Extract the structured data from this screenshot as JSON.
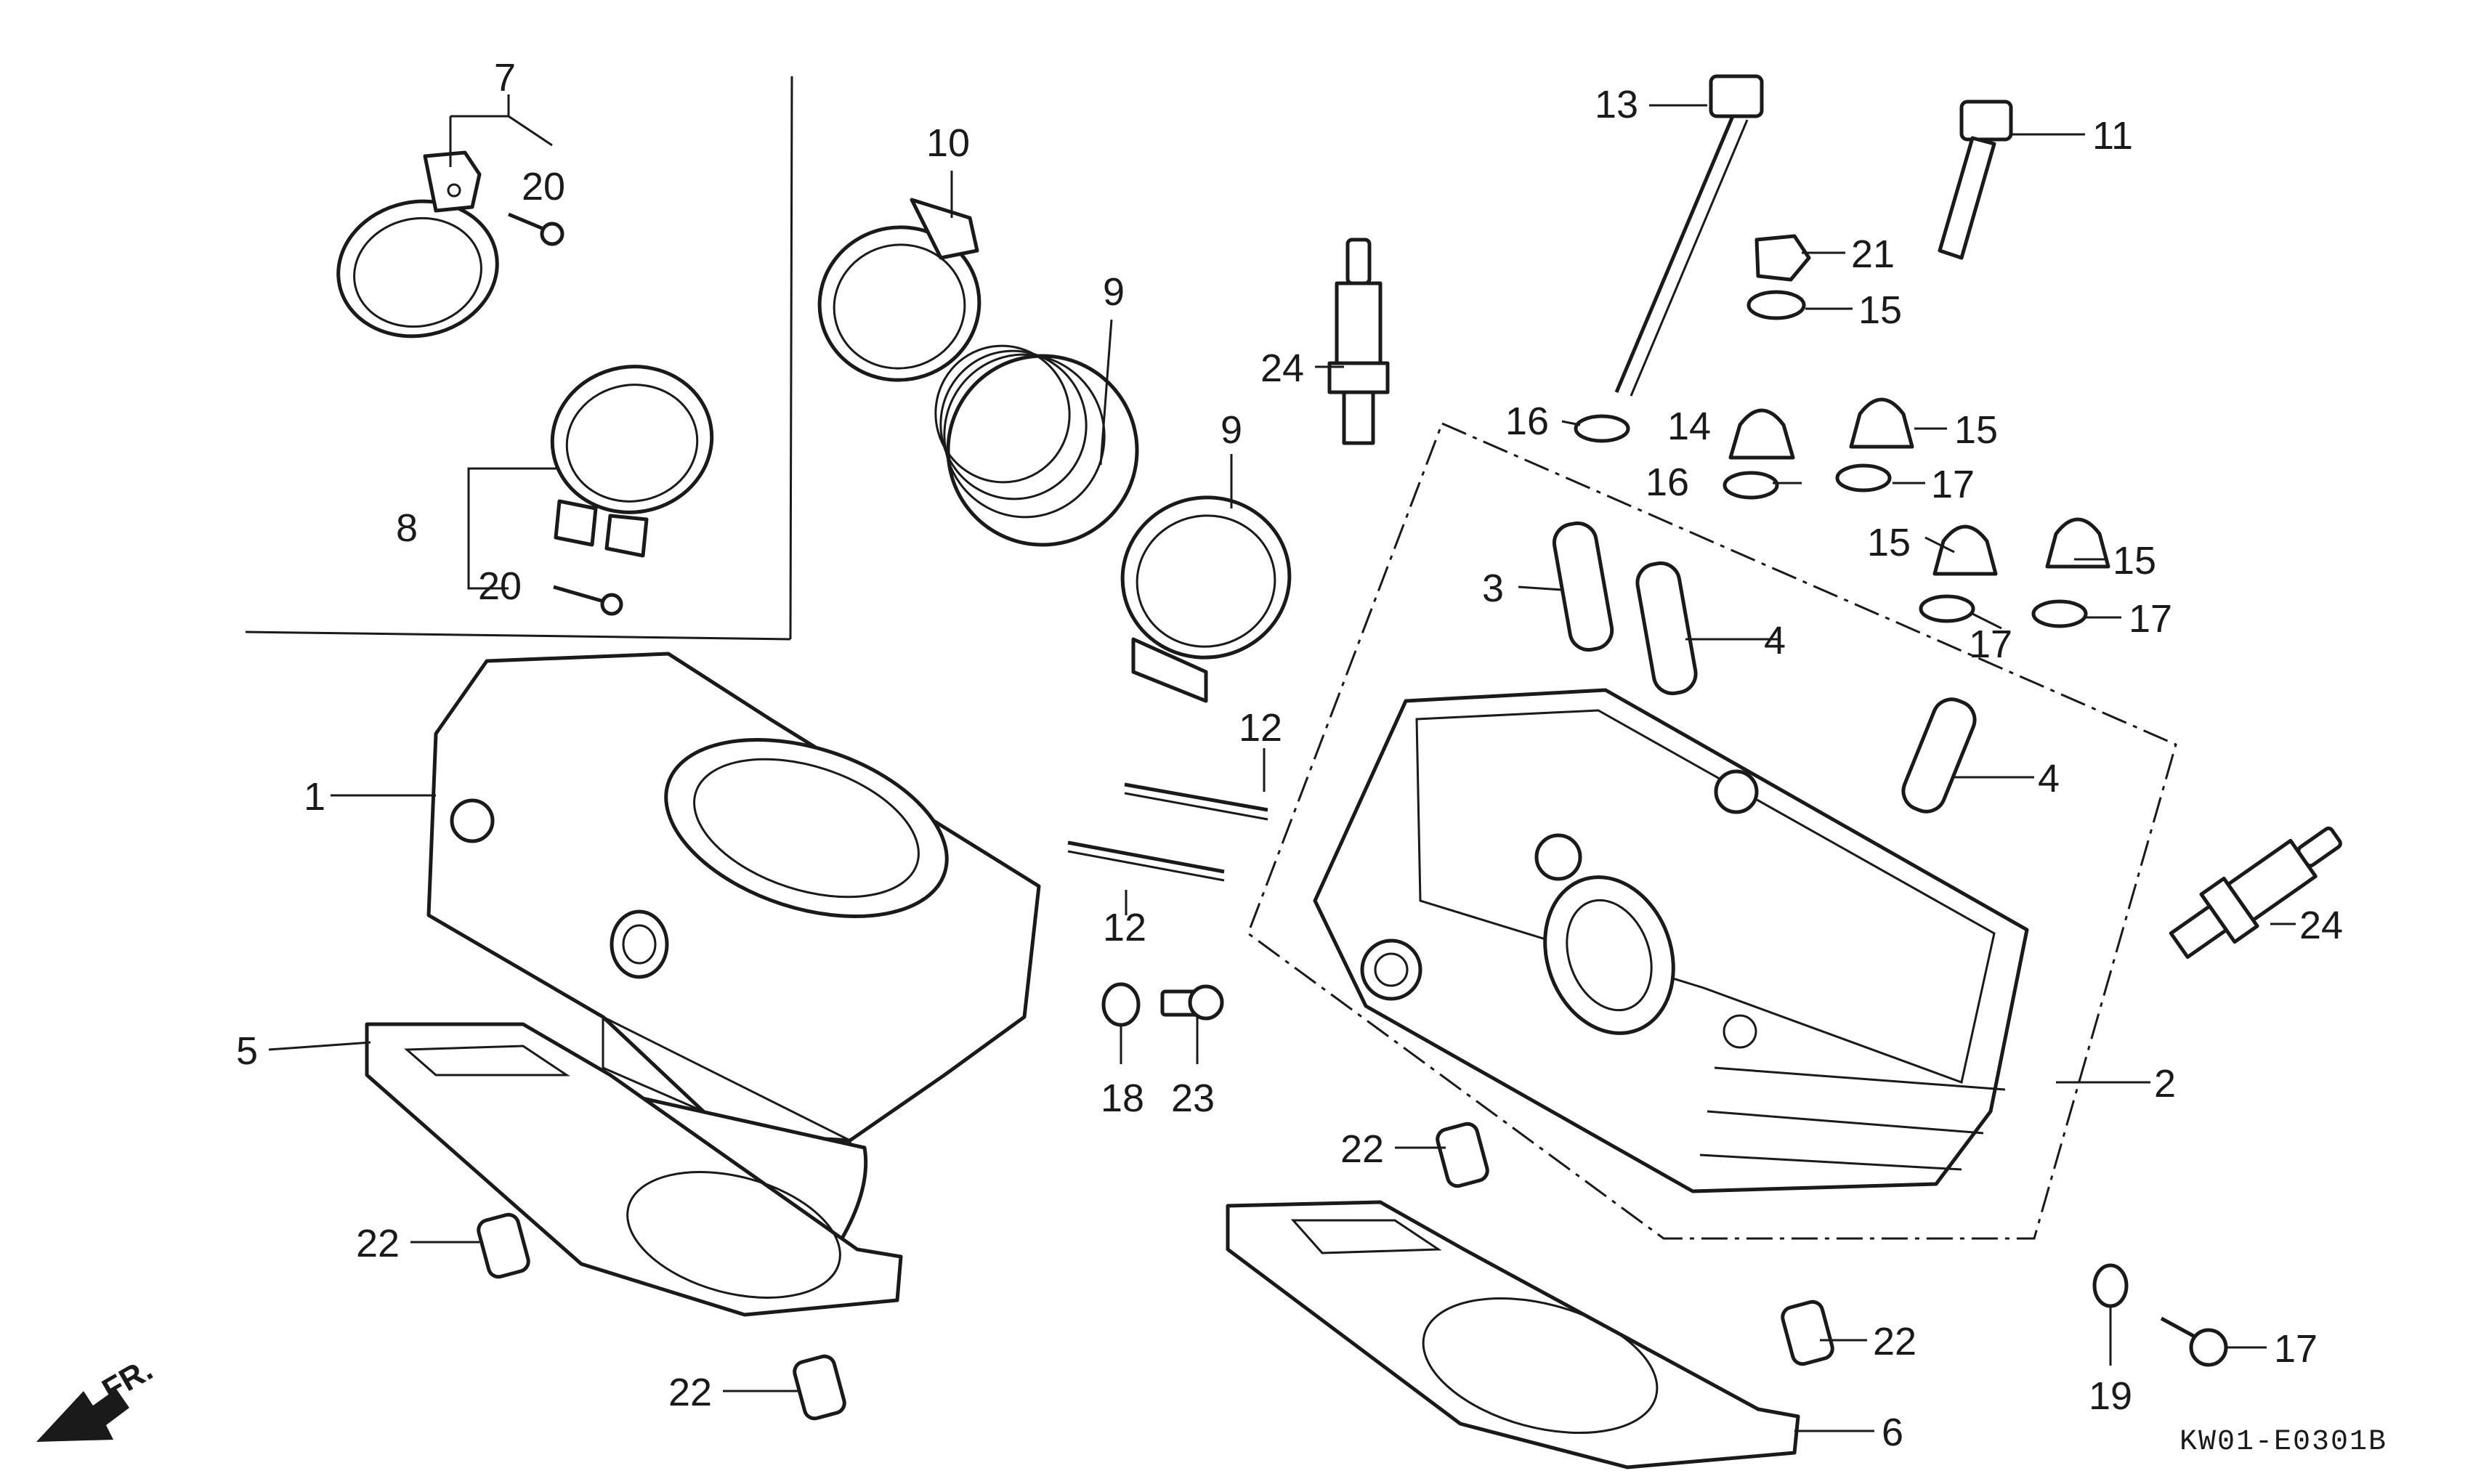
{
  "diagram_code": "KW01-E0301B",
  "front_marker": "FR.",
  "callouts": [
    {
      "id": "c1",
      "text": "1"
    },
    {
      "id": "c2",
      "text": "2"
    },
    {
      "id": "c3",
      "text": "3"
    },
    {
      "id": "c4a",
      "text": "4"
    },
    {
      "id": "c4b",
      "text": "4"
    },
    {
      "id": "c5",
      "text": "5"
    },
    {
      "id": "c6",
      "text": "6"
    },
    {
      "id": "c7",
      "text": "7"
    },
    {
      "id": "c8",
      "text": "8"
    },
    {
      "id": "c9a",
      "text": "9"
    },
    {
      "id": "c9b",
      "text": "9"
    },
    {
      "id": "c10",
      "text": "10"
    },
    {
      "id": "c11",
      "text": "11"
    },
    {
      "id": "c12a",
      "text": "12"
    },
    {
      "id": "c12b",
      "text": "12"
    },
    {
      "id": "c13",
      "text": "13"
    },
    {
      "id": "c14",
      "text": "14"
    },
    {
      "id": "c15a",
      "text": "15"
    },
    {
      "id": "c15b",
      "text": "15"
    },
    {
      "id": "c15c",
      "text": "15"
    },
    {
      "id": "c15d",
      "text": "15"
    },
    {
      "id": "c16a",
      "text": "16"
    },
    {
      "id": "c16b",
      "text": "16"
    },
    {
      "id": "c17a",
      "text": "17"
    },
    {
      "id": "c17b",
      "text": "17"
    },
    {
      "id": "c17c",
      "text": "17"
    },
    {
      "id": "c17d",
      "text": "17"
    },
    {
      "id": "c18",
      "text": "18"
    },
    {
      "id": "c19",
      "text": "19"
    },
    {
      "id": "c20a",
      "text": "20"
    },
    {
      "id": "c20b",
      "text": "20"
    },
    {
      "id": "c21",
      "text": "21"
    },
    {
      "id": "c22a",
      "text": "22"
    },
    {
      "id": "c22b",
      "text": "22"
    },
    {
      "id": "c22c",
      "text": "22"
    },
    {
      "id": "c22d",
      "text": "22"
    },
    {
      "id": "c23",
      "text": "23"
    },
    {
      "id": "c24a",
      "text": "24"
    },
    {
      "id": "c24b",
      "text": "24"
    }
  ]
}
